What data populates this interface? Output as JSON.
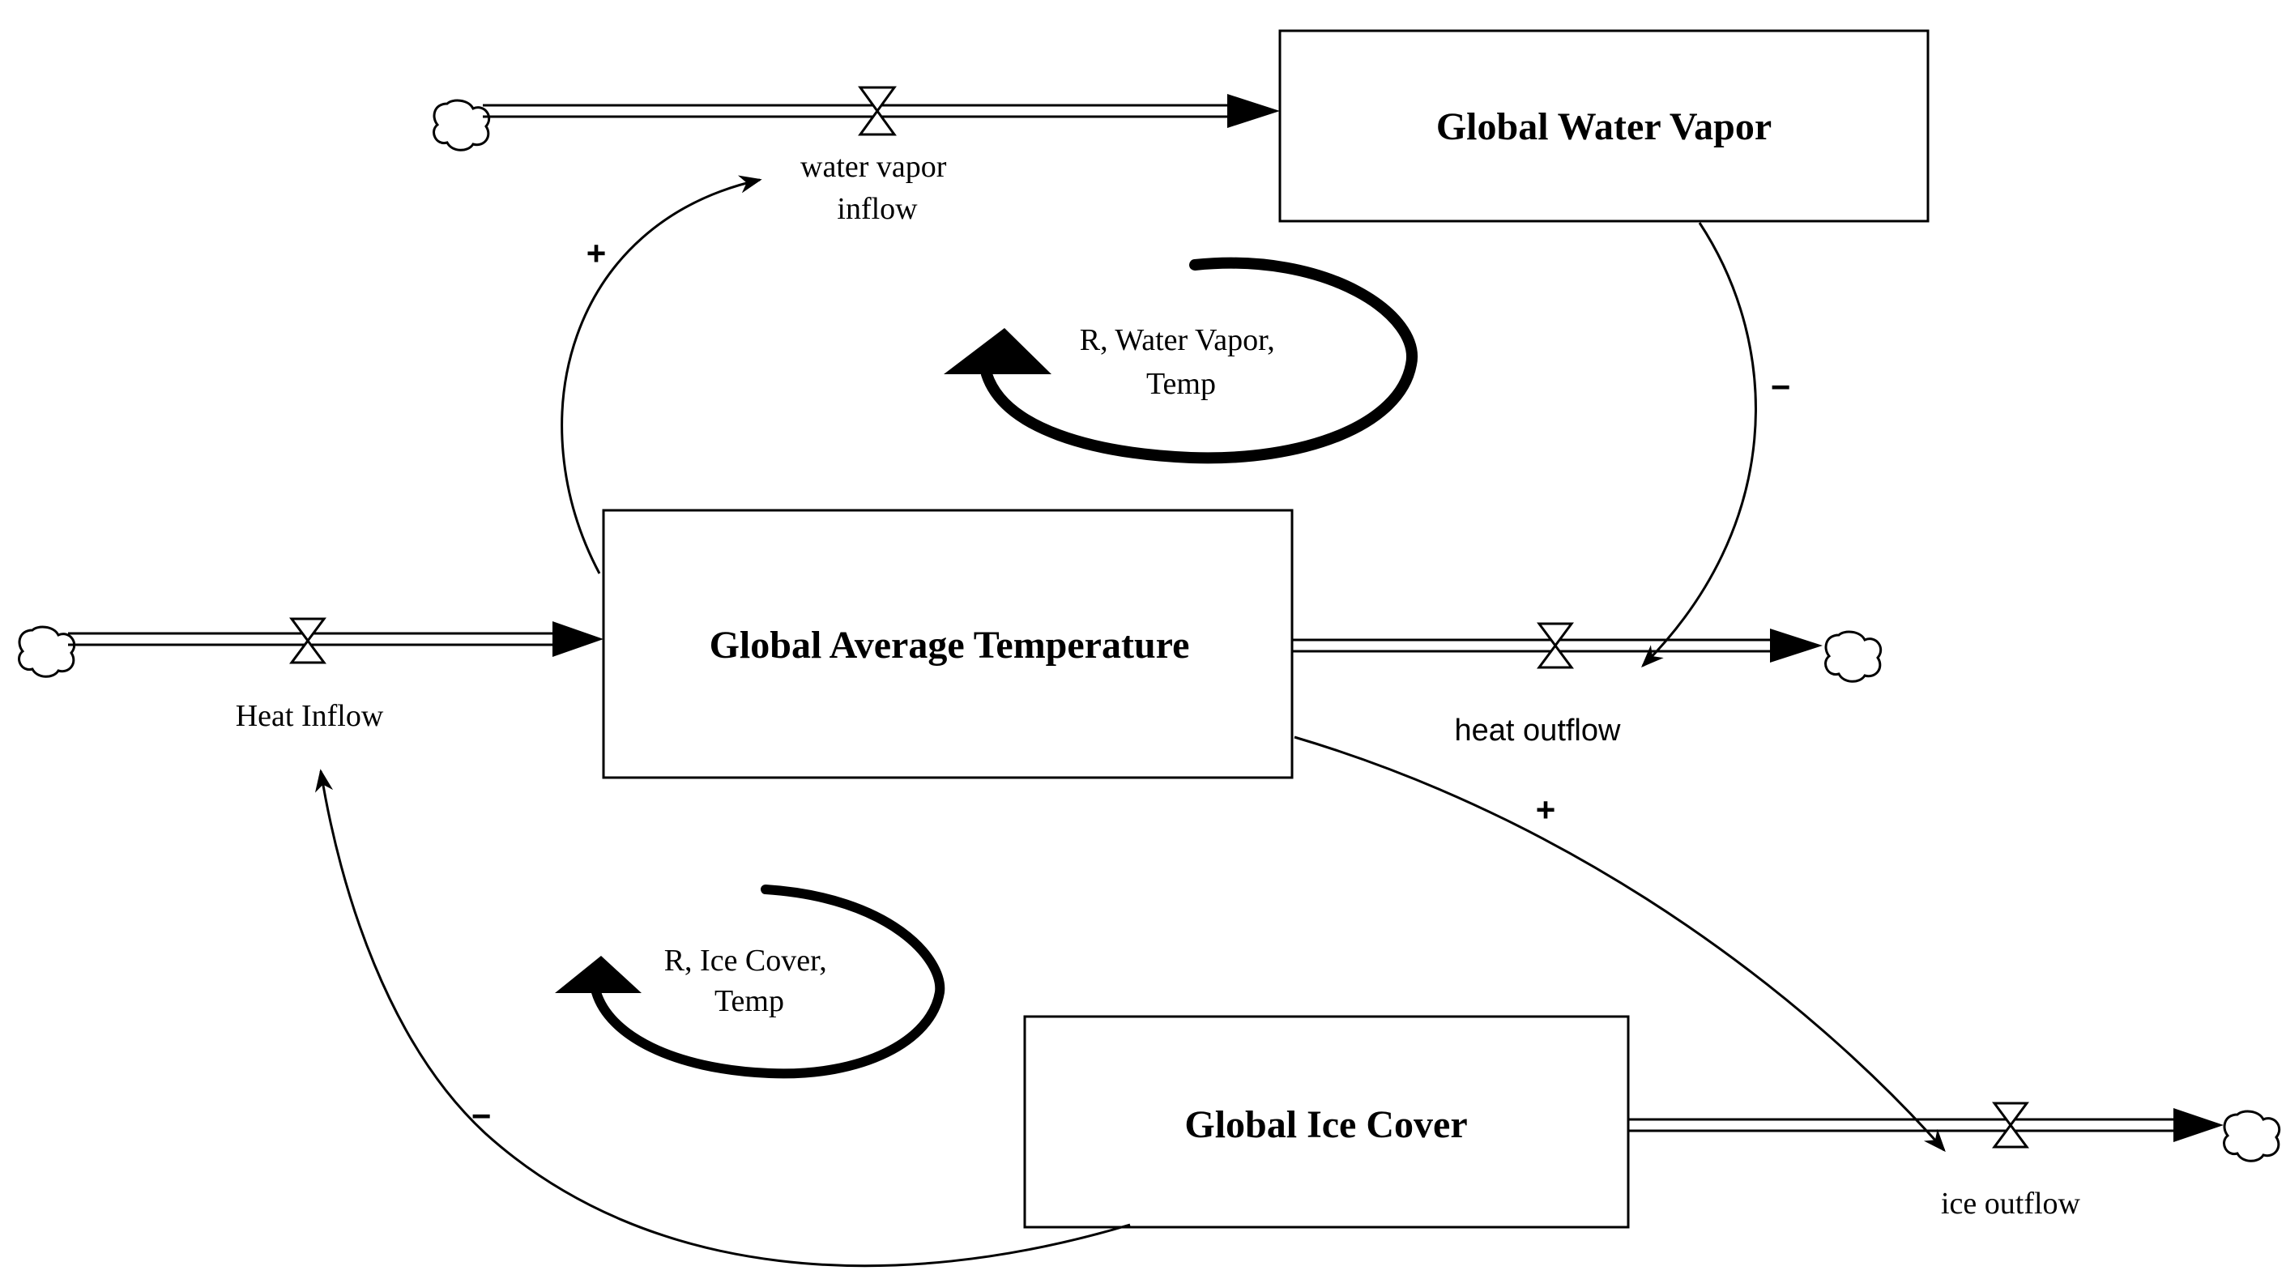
{
  "stocks": {
    "water_vapor": "Global Water Vapor",
    "temperature": "Global Average Temperature",
    "ice_cover": "Global Ice Cover"
  },
  "flows": {
    "water_vapor_inflow": [
      "water vapor",
      "inflow"
    ],
    "heat_inflow": "Heat Inflow",
    "heat_outflow": "heat outflow",
    "ice_outflow": "ice outflow"
  },
  "loops": {
    "water_vapor_loop": [
      "R, Water Vapor,",
      "Temp"
    ],
    "ice_cover_loop": [
      "R, Ice Cover,",
      "Temp"
    ]
  },
  "polarities": {
    "temp_to_water_vapor_inflow": "+",
    "water_vapor_to_heat_outflow": "−",
    "temp_to_ice_outflow": "+",
    "ice_cover_to_heat_inflow": "−"
  }
}
